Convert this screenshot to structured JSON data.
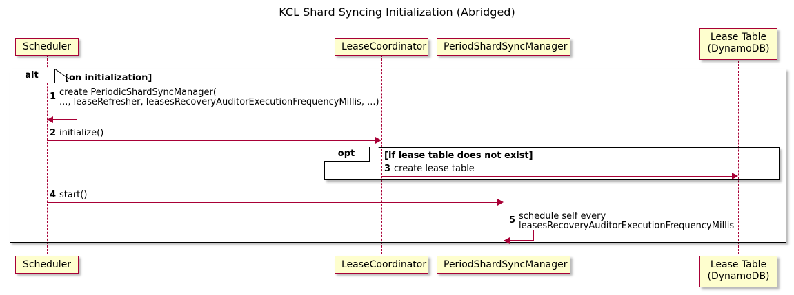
{
  "diagram": {
    "title": "KCL Shard Syncing Initialization (Abridged)",
    "type": "sequence-diagram",
    "colors": {
      "participant_fill": "#FEFECE",
      "participant_border": "#A80036",
      "arrow": "#A80036",
      "frame_border": "#000000",
      "text": "#000000",
      "background": "#FFFFFF"
    }
  },
  "participants": [
    {
      "id": "scheduler",
      "label": "Scheduler",
      "lines": [
        "Scheduler"
      ]
    },
    {
      "id": "lease-coordinator",
      "label": "LeaseCoordinator",
      "lines": [
        "LeaseCoordinator"
      ]
    },
    {
      "id": "period-shard-sync-manager",
      "label": "PeriodShardSyncManager",
      "lines": [
        "PeriodShardSyncManager"
      ]
    },
    {
      "id": "lease-table",
      "label": "Lease Table (DynamoDB)",
      "lines": [
        "Lease Table",
        "(DynamoDB)"
      ]
    }
  ],
  "frames": [
    {
      "id": "alt-on-initialization",
      "keyword": "alt",
      "condition": "[on initialization]"
    },
    {
      "id": "opt-lease-table",
      "keyword": "opt",
      "condition": "[if lease table does not exist]"
    }
  ],
  "messages": [
    {
      "number": "1",
      "from": "scheduler",
      "to": "scheduler",
      "self": true,
      "text_lines": [
        "create PeriodicShardSyncManager(",
        "    ..., leaseRefresher, leasesRecoveryAuditorExecutionFrequencyMillis, ...)"
      ]
    },
    {
      "number": "2",
      "from": "scheduler",
      "to": "lease-coordinator",
      "self": false,
      "text_lines": [
        "initialize()"
      ]
    },
    {
      "number": "3",
      "from": "lease-coordinator",
      "to": "lease-table",
      "self": false,
      "text_lines": [
        "create lease table"
      ]
    },
    {
      "number": "4",
      "from": "scheduler",
      "to": "period-shard-sync-manager",
      "self": false,
      "text_lines": [
        "start()"
      ]
    },
    {
      "number": "5",
      "from": "period-shard-sync-manager",
      "to": "period-shard-sync-manager",
      "self": true,
      "text_lines": [
        "schedule self every",
        "   leasesRecoveryAuditorExecutionFrequencyMillis"
      ]
    }
  ]
}
